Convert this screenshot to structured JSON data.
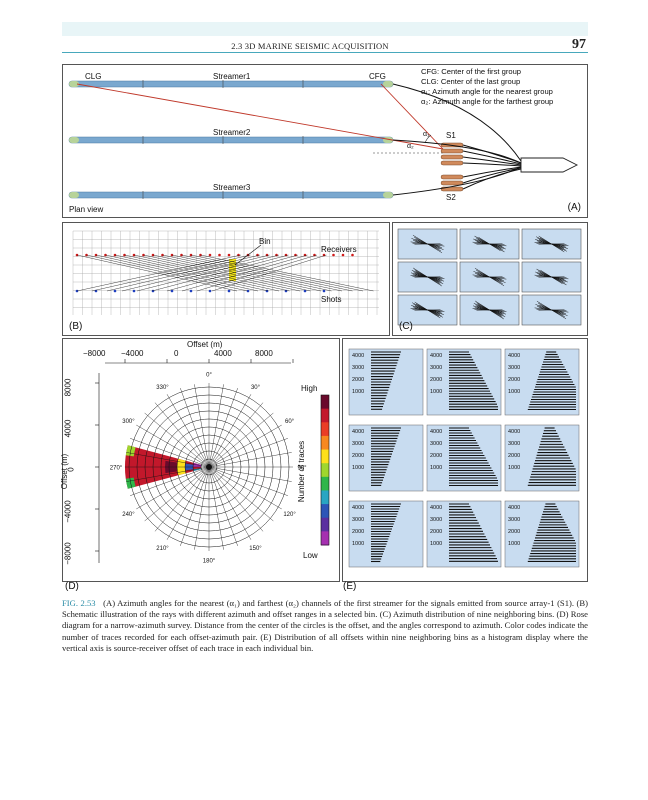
{
  "header": {
    "section_title": "2.3 3D MARINE SEISMIC ACQUISITION",
    "page_number": "97"
  },
  "panel_a": {
    "label": "(A)",
    "streamer_labels": [
      "Streamer1",
      "Streamer2",
      "Streamer3"
    ],
    "clg": "CLG",
    "cfg": "CFG",
    "legend": [
      "CFG: Center of the first group",
      "CLG: Center of the last group",
      "α₁: Azimuth angle for the nearest group",
      "α₂: Azimuth angle for the farthest group"
    ],
    "alpha1": "α₁",
    "alpha2": "α₂",
    "source1": "S1",
    "source2": "S2",
    "plan_view": "Plan view"
  },
  "panel_b": {
    "label": "(B)",
    "bin": "Bin",
    "receivers": "Receivers",
    "shots": "Shots"
  },
  "panel_c": {
    "label": "(C)"
  },
  "panel_d": {
    "label": "(D)",
    "offset_title": "Offset (m)",
    "x_ticks": [
      "−8000",
      "−4000",
      "0",
      "4000",
      "8000"
    ],
    "y_axis_label": "Offset (m)",
    "y_ticks": [
      "8000",
      "4000",
      "0",
      "−4000",
      "−8000"
    ],
    "angles": [
      "0°",
      "30°",
      "60°",
      "90°",
      "120°",
      "150°",
      "180°",
      "210°",
      "240°",
      "270°",
      "300°",
      "330°"
    ],
    "colorbar_high": "High",
    "colorbar_low": "Low",
    "colorbar_label": "Number of traces",
    "colors": [
      "#6a0a2c",
      "#c2182b",
      "#ea3d26",
      "#f8881f",
      "#fde01c",
      "#9fd62e",
      "#2fb64a",
      "#29a5c2",
      "#2d55b7",
      "#5a2fa0",
      "#a52fb0"
    ]
  },
  "panel_e": {
    "label": "(E)",
    "tick_labels": [
      "4000",
      "3000",
      "2000",
      "1000"
    ]
  },
  "caption": {
    "fig_label": "FIG. 2.53",
    "text": "(A) Azimuth angles for the nearest (α₁) and farthest (α₂) channels of the first streamer for the signals emitted from source array-1 (S1). (B) Schematic illustration of the rays with different azimuth and offset ranges in a selected bin. (C) Azimuth distribution of nine neighboring bins. (D) Rose diagram for a narrow-azimuth survey. Distance from the center of the circles is the offset, and the angles correspond to azimuth. Color codes indicate the number of traces recorded for each offset-azimuth pair. (E) Distribution of all offsets within nine neighboring bins as a histogram display where the vertical axis is source-receiver offset of each trace in each individual bin."
  }
}
